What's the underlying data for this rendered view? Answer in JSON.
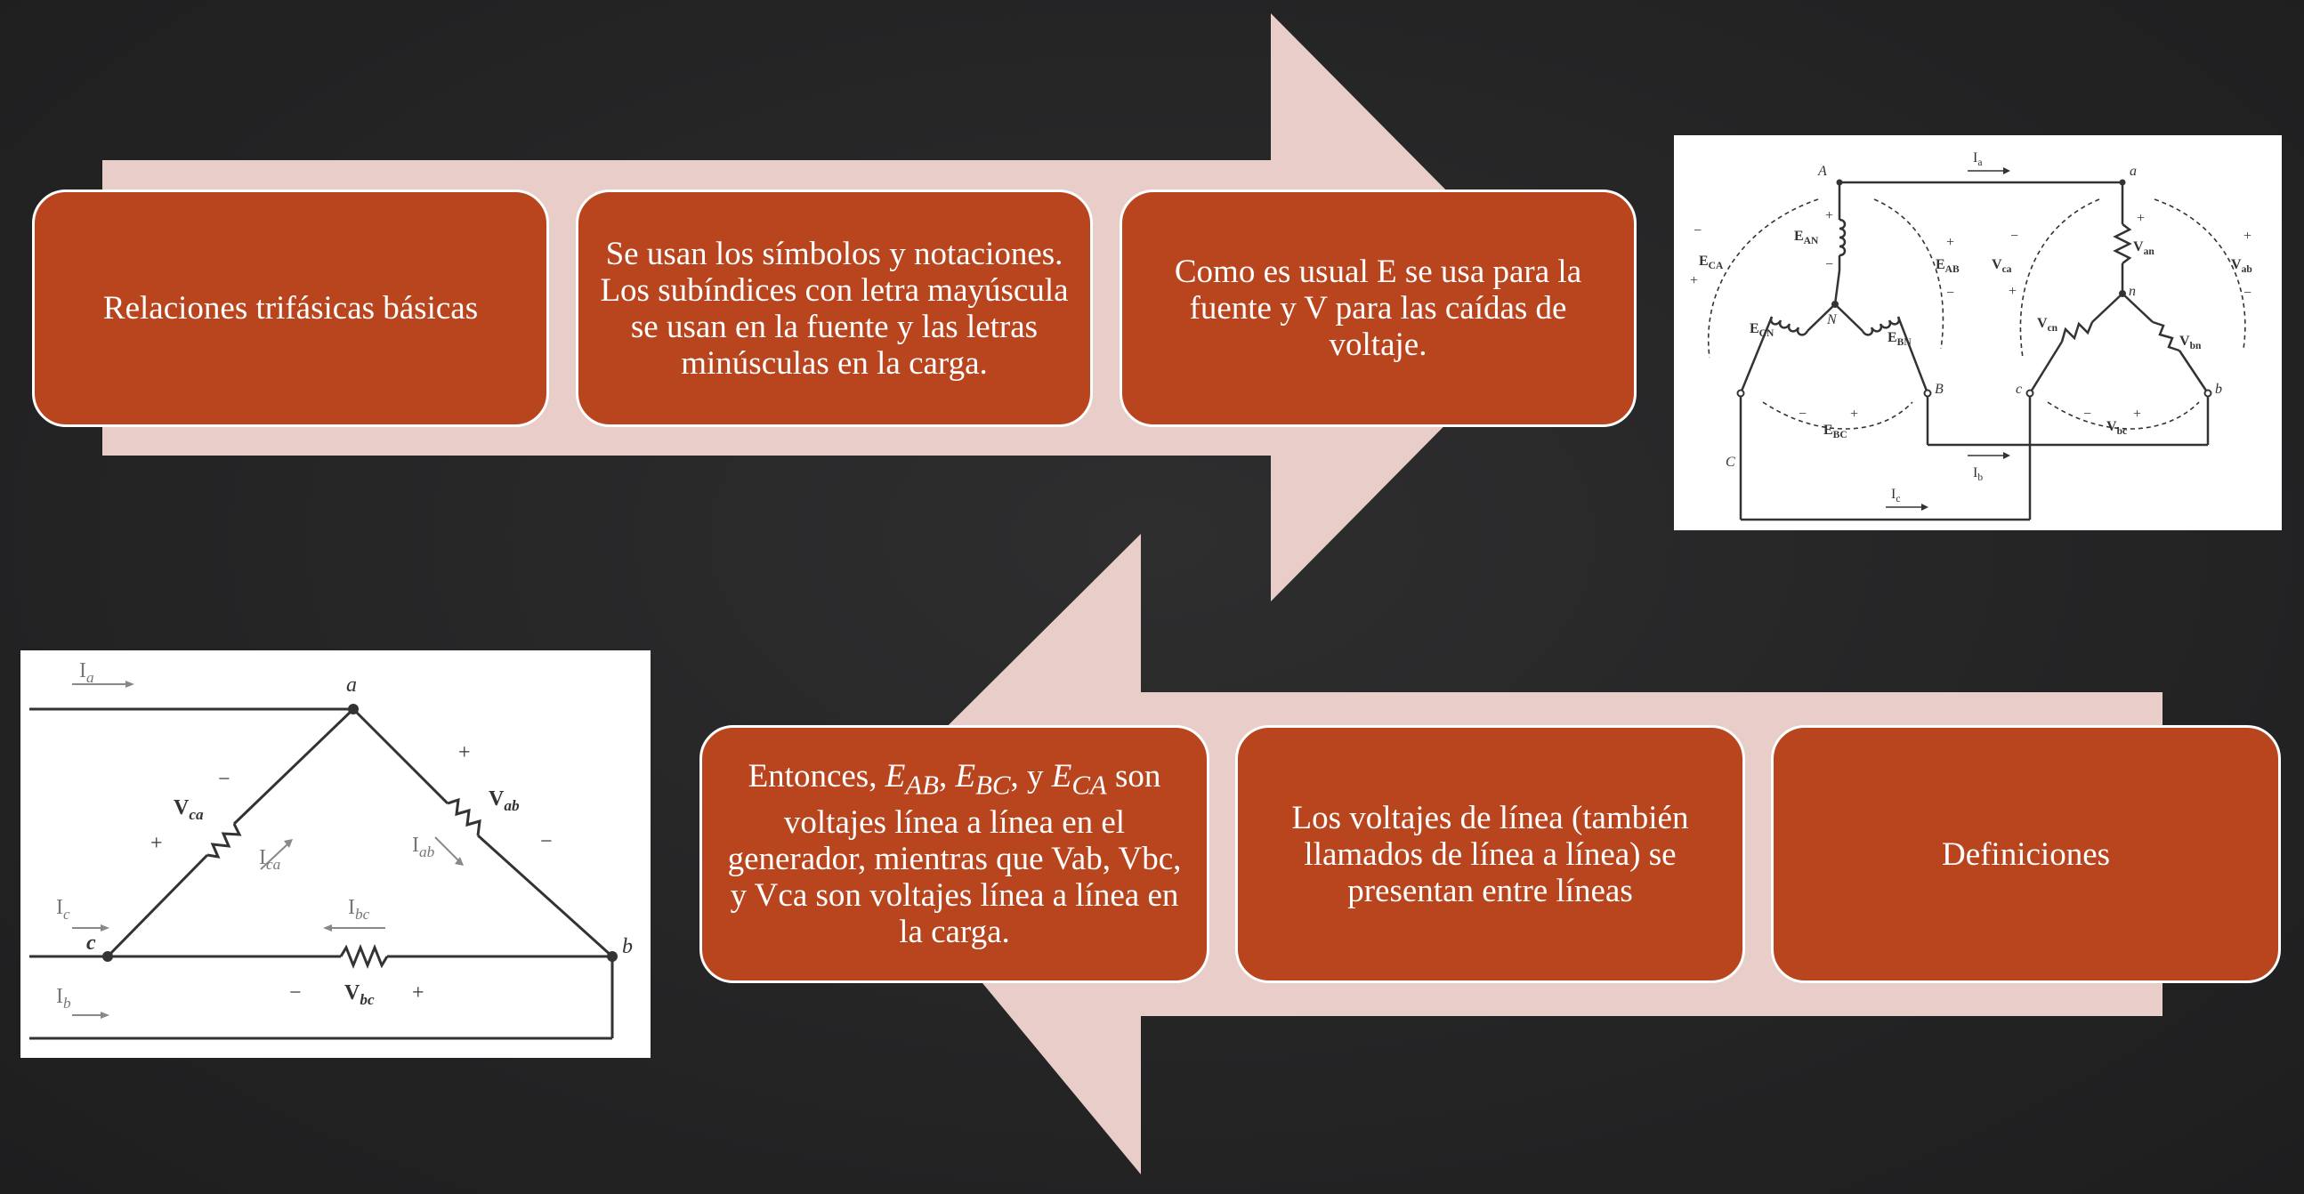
{
  "colors": {
    "background": "#262627",
    "arrow": "#e8cdc8",
    "box_fill": "#b9451f",
    "box_border": "#ffffff"
  },
  "top_row": {
    "box1": "Relaciones trifásicas básicas",
    "box2": "Se usan los símbolos y notaciones. Los subíndices con letra mayúscula se usan en la fuente y las letras minúsculas en la carga.",
    "box3": "Como es usual E se usa para la fuente y V para las caídas de voltaje."
  },
  "bottom_row": {
    "box4": {
      "prefix": "Entonces, ",
      "sym1": "E",
      "sub1": "AB",
      "sep1": ", ",
      "sym2": "E",
      "sub2": "BC",
      "sep2": ", y ",
      "sym3": "E",
      "sub3": "CA",
      "suffix": " son voltajes línea a línea en el generador, mientras que Vab, Vbc, y Vca son voltajes línea a línea en la carga."
    },
    "box5": "Los voltajes de línea (también llamados de línea a línea) se presentan entre líneas",
    "box6": "Definiciones"
  },
  "circuit_wye_delta": {
    "node_A": "A",
    "node_B": "B",
    "node_C": "C",
    "node_N": "N",
    "node_a": "a",
    "node_b": "b",
    "node_c": "c",
    "node_n": "n",
    "E_AN": "E",
    "E_AN_sub": "AN",
    "E_BN": "E",
    "E_BN_sub": "BN",
    "E_CN": "E",
    "E_CN_sub": "CN",
    "E_AB": "E",
    "E_AB_sub": "AB",
    "E_BC": "E",
    "E_BC_sub": "BC",
    "E_CA": "E",
    "E_CA_sub": "CA",
    "V_an": "V",
    "V_an_sub": "an",
    "V_bn": "V",
    "V_bn_sub": "bn",
    "V_cn": "V",
    "V_cn_sub": "cn",
    "V_ab": "V",
    "V_ab_sub": "ab",
    "V_bc": "V",
    "V_bc_sub": "bc",
    "V_ca": "V",
    "V_ca_sub": "ca",
    "I_a": "I",
    "I_a_sub": "a",
    "I_b": "I",
    "I_b_sub": "b",
    "I_c": "I",
    "I_c_sub": "c",
    "plus": "+",
    "minus": "−"
  },
  "circuit_delta": {
    "node_a": "a",
    "node_b": "b",
    "node_c": "c",
    "I_a": "I",
    "I_a_sub": "a",
    "I_b": "I",
    "I_b_sub": "b",
    "I_c": "I",
    "I_c_sub": "c",
    "I_ab": "I",
    "I_ab_sub": "ab",
    "I_bc": "I",
    "I_bc_sub": "bc",
    "I_ca": "I",
    "I_ca_sub": "ca",
    "V_ab": "V",
    "V_ab_sub": "ab",
    "V_bc": "V",
    "V_bc_sub": "bc",
    "V_ca": "V",
    "V_ca_sub": "ca",
    "plus": "+",
    "minus": "−"
  }
}
